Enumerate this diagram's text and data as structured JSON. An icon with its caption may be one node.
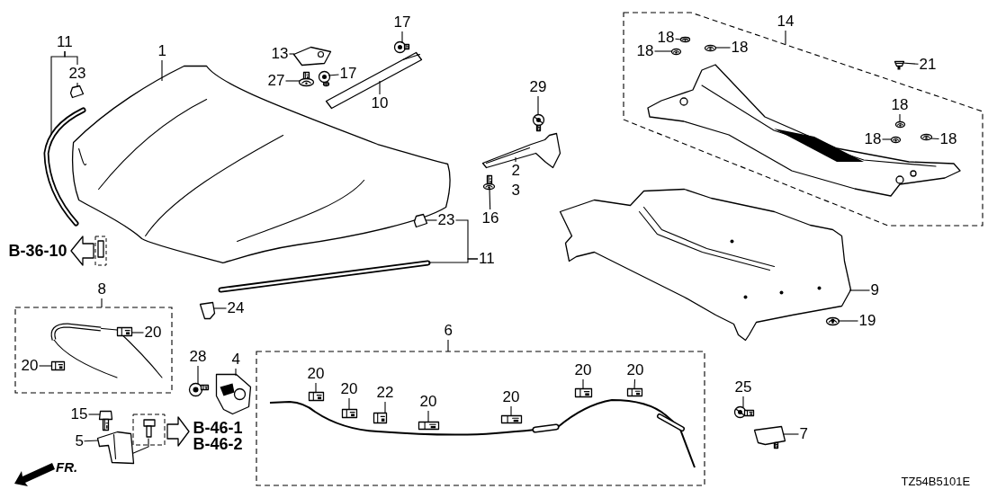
{
  "diagram": {
    "nodes": [
      {
        "text": [
          "11"
        ]
      },
      {
        "text": [
          "23"
        ]
      },
      {
        "text": [
          "1"
        ]
      },
      {
        "text": [
          "13"
        ]
      },
      {
        "text": [
          "17"
        ]
      },
      {
        "text": [
          "27"
        ]
      },
      {
        "text": [
          "17"
        ]
      },
      {
        "text": [
          "10"
        ]
      },
      {
        "text": [
          "29"
        ]
      },
      {
        "text": [
          "2"
        ]
      },
      {
        "text": [
          "3"
        ]
      },
      {
        "text": [
          "16"
        ]
      },
      {
        "text": [
          "14"
        ]
      },
      {
        "text": [],
        "shape": "box"
      },
      {
        "text": [
          "18"
        ],
        "in": 13
      },
      {
        "text": [
          "18"
        ],
        "in": 13
      },
      {
        "text": [
          "18"
        ],
        "in": 13
      },
      {
        "text": [
          "21"
        ],
        "in": 13
      },
      {
        "text": [
          "18"
        ],
        "in": 13
      },
      {
        "text": [
          "18"
        ],
        "in": 13
      },
      {
        "text": [
          "18"
        ],
        "in": 13
      },
      {
        "text": [
          "9"
        ]
      },
      {
        "text": [
          "19"
        ]
      },
      {
        "text": [
          "23"
        ]
      },
      {
        "text": [
          "11"
        ]
      },
      {
        "text": [
          "24"
        ]
      },
      {
        "text": [
          "8"
        ]
      },
      {
        "text": [],
        "shape": "box"
      },
      {
        "text": [
          "20"
        ],
        "in": 27
      },
      {
        "text": [
          "20"
        ],
        "in": 27
      },
      {
        "text": [
          "28"
        ]
      },
      {
        "text": [
          "4"
        ]
      },
      {
        "text": [
          "6"
        ]
      },
      {
        "text": [],
        "shape": "box"
      },
      {
        "text": [
          "20"
        ],
        "in": 33
      },
      {
        "text": [
          "20"
        ],
        "in": 33
      },
      {
        "text": [
          "22"
        ],
        "in": 33
      },
      {
        "text": [
          "20"
        ],
        "in": 33
      },
      {
        "text": [
          "20"
        ],
        "in": 33
      },
      {
        "text": [
          "20"
        ],
        "in": 33
      },
      {
        "text": [
          "20"
        ],
        "in": 33
      },
      {
        "text": [
          "25"
        ]
      },
      {
        "text": [
          "15"
        ]
      },
      {
        "text": [
          "5"
        ]
      },
      {
        "text": [
          "7"
        ]
      },
      {
        "text": [],
        "shape": "picture"
      },
      {
        "text": [],
        "shape": "picture"
      },
      {
        "text": [],
        "shape": "picture"
      },
      {
        "text": [],
        "shape": "picture"
      },
      {
        "text": [],
        "shape": "picture"
      },
      {
        "text": [],
        "shape": "picture"
      },
      {
        "text": [],
        "shape": "picture"
      },
      {
        "text": [],
        "shape": "picture"
      },
      {
        "text": [],
        "shape": "picture"
      },
      {
        "text": [],
        "shape": "picture"
      },
      {
        "text": [],
        "shape": "picture"
      },
      {
        "text": [],
        "shape": "picture",
        "in": 13
      },
      {
        "text": [],
        "shape": "picture",
        "in": 13
      },
      {
        "text": [],
        "shape": "picture",
        "in": 13
      },
      {
        "text": [],
        "shape": "picture",
        "in": 13
      },
      {
        "text": [],
        "shape": "picture",
        "in": 13
      },
      {
        "text": [],
        "shape": "picture",
        "in": 13
      },
      {
        "text": [],
        "shape": "picture",
        "in": 13
      },
      {
        "text": [],
        "shape": "picture"
      },
      {
        "text": [],
        "shape": "picture"
      },
      {
        "text": [],
        "shape": "picture"
      },
      {
        "text": [],
        "shape": "picture"
      },
      {
        "text": [],
        "shape": "picture"
      },
      {
        "text": [],
        "shape": "picture",
        "in": 27
      },
      {
        "text": [],
        "shape": "picture",
        "in": 27
      },
      {
        "text": [],
        "shape": "picture"
      },
      {
        "text": [],
        "shape": "picture"
      },
      {
        "text": [],
        "shape": "picture",
        "in": 33
      },
      {
        "text": [],
        "shape": "picture",
        "in": 33
      },
      {
        "text": [],
        "shape": "picture",
        "in": 33
      },
      {
        "text": [],
        "shape": "picture",
        "in": 33
      },
      {
        "text": [],
        "shape": "picture",
        "in": 33
      },
      {
        "text": [],
        "shape": "picture",
        "in": 33
      },
      {
        "text": [],
        "shape": "picture",
        "in": 33
      },
      {
        "text": [],
        "shape": "picture"
      },
      {
        "text": [],
        "shape": "picture"
      },
      {
        "text": [],
        "shape": "picture"
      },
      {
        "text": [],
        "shape": "picture"
      }
    ],
    "edges": [
      {
        "from": 0,
        "to": 45,
        "arrow": "none"
      },
      {
        "from": 0,
        "to": 1,
        "arrow": "none"
      },
      {
        "from": 1,
        "to": 46,
        "arrow": "none"
      },
      {
        "from": 2,
        "to": 47,
        "arrow": "none"
      },
      {
        "from": 3,
        "to": 48,
        "arrow": "none"
      },
      {
        "from": 4,
        "to": 49,
        "arrow": "none"
      },
      {
        "from": 5,
        "to": 50,
        "arrow": "none"
      },
      {
        "from": 6,
        "to": 51,
        "arrow": "none"
      },
      {
        "from": 7,
        "to": 52,
        "arrow": "none"
      },
      {
        "from": 8,
        "to": 53,
        "arrow": "none"
      },
      {
        "from": 9,
        "to": 54,
        "arrow": "none"
      },
      {
        "from": 11,
        "to": 55,
        "arrow": "none"
      },
      {
        "from": 12,
        "to": 13,
        "arrow": "none"
      },
      {
        "from": 14,
        "to": 56,
        "arrow": "none"
      },
      {
        "from": 15,
        "to": 57,
        "arrow": "none"
      },
      {
        "from": 16,
        "to": 58,
        "arrow": "none"
      },
      {
        "from": 17,
        "to": 59,
        "arrow": "none"
      },
      {
        "from": 18,
        "to": 60,
        "arrow": "none"
      },
      {
        "from": 19,
        "to": 61,
        "arrow": "none"
      },
      {
        "from": 20,
        "to": 62,
        "arrow": "none"
      },
      {
        "from": 21,
        "to": 63,
        "arrow": "none"
      },
      {
        "from": 22,
        "to": 64,
        "arrow": "none"
      },
      {
        "from": 23,
        "to": 65,
        "arrow": "none"
      },
      {
        "from": 24,
        "to": 23,
        "arrow": "none"
      },
      {
        "from": 24,
        "to": 66,
        "arrow": "none"
      },
      {
        "from": 25,
        "to": 67,
        "arrow": "none"
      },
      {
        "from": 26,
        "to": 27,
        "arrow": "none"
      },
      {
        "from": 28,
        "to": 68,
        "arrow": "none"
      },
      {
        "from": 29,
        "to": 69,
        "arrow": "none"
      },
      {
        "from": 30,
        "to": 70,
        "arrow": "none"
      },
      {
        "from": 31,
        "to": 71,
        "arrow": "none"
      },
      {
        "from": 32,
        "to": 33,
        "arrow": "none"
      },
      {
        "from": 34,
        "to": 72,
        "arrow": "none"
      },
      {
        "from": 35,
        "to": 73,
        "arrow": "none"
      },
      {
        "from": 36,
        "to": 74,
        "arrow": "none"
      },
      {
        "from": 37,
        "to": 75,
        "arrow": "none"
      },
      {
        "from": 38,
        "to": 76,
        "arrow": "none"
      },
      {
        "from": 39,
        "to": 77,
        "arrow": "none"
      },
      {
        "from": 40,
        "to": 78,
        "arrow": "none"
      },
      {
        "from": 41,
        "to": 79,
        "arrow": "none"
      },
      {
        "from": 42,
        "to": 80,
        "arrow": "none"
      },
      {
        "from": 43,
        "to": 81,
        "arrow": "none"
      },
      {
        "from": 44,
        "to": 82,
        "arrow": "none"
      }
    ],
    "labels": [
      "B-36-10",
      "B-46-1",
      "B-46-2",
      "FR.",
      "TZ54B5101E"
    ]
  }
}
